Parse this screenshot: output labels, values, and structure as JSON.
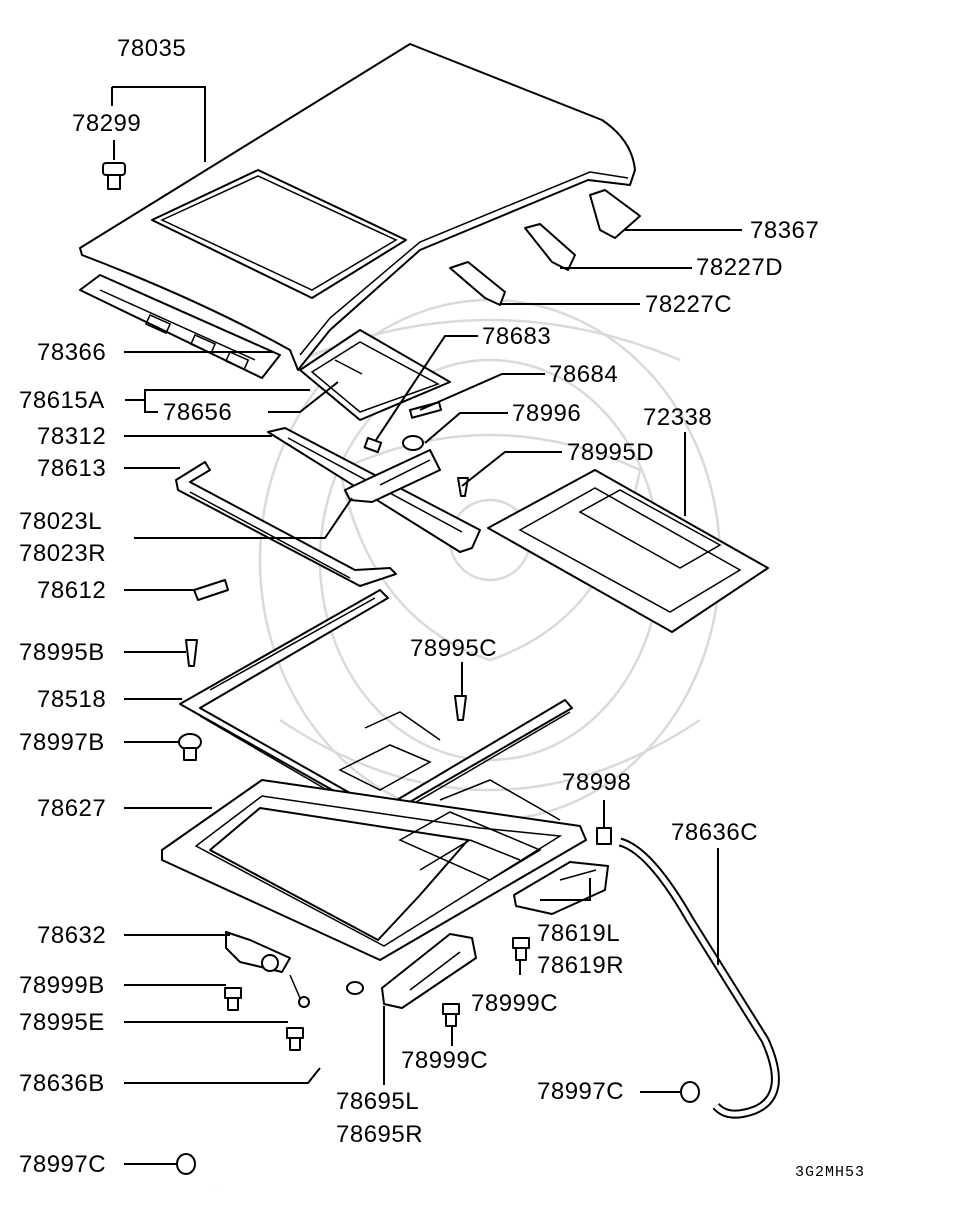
{
  "diagram": {
    "drawing_code": "3G2MH53",
    "colors": {
      "line": "#000000",
      "background": "#ffffff",
      "watermark": "#dadada"
    },
    "labels": {
      "p78035": "78035",
      "p78299": "78299",
      "p78367": "78367",
      "p78227D": "78227D",
      "p78227C": "78227C",
      "p78366": "78366",
      "p78683": "78683",
      "p78684": "78684",
      "p78615A": "78615A",
      "p78656": "78656",
      "p78996": "78996",
      "p72338": "72338",
      "p78312": "78312",
      "p78995D": "78995D",
      "p78613": "78613",
      "p78023L": "78023L",
      "p78023R": "78023R",
      "p78612": "78612",
      "p78995B": "78995B",
      "p78995C": "78995C",
      "p78518": "78518",
      "p78997B": "78997B",
      "p78998": "78998",
      "p78627": "78627",
      "p78636C": "78636C",
      "p78619L": "78619L",
      "p78619R": "78619R",
      "p78632": "78632",
      "p78999B": "78999B",
      "p78999C_a": "78999C",
      "p78995E": "78995E",
      "p78999C_b": "78999C",
      "p78636B": "78636B",
      "p78695L": "78695L",
      "p78695R": "78695R",
      "p78997C_a": "78997C",
      "p78997C_b": "78997C"
    }
  }
}
